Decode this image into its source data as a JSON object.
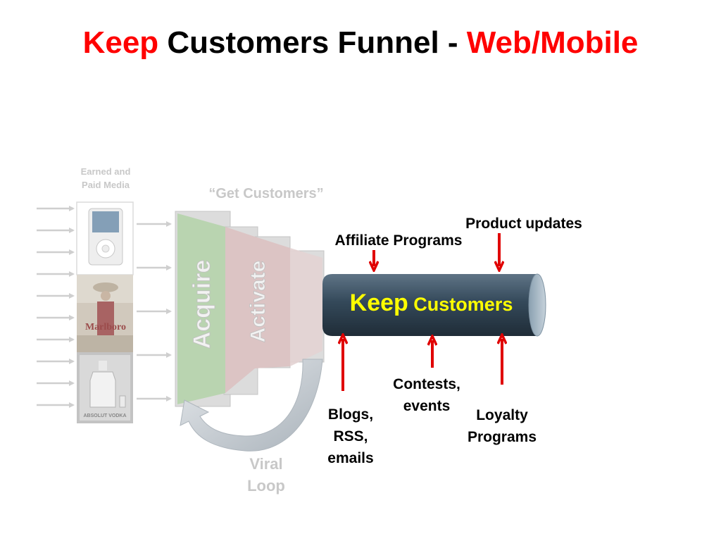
{
  "title": {
    "part1": "Keep",
    "part2": " Customers Funnel - ",
    "part3": "Web/Mobile"
  },
  "media_label": "Earned and\nPaid Media",
  "get_customers_label": "“Get Customers”",
  "funnel_stages": {
    "acquire": "Acquire",
    "activate": "Activate"
  },
  "keep_customers": {
    "keep": "Keep",
    "customers": " Customers"
  },
  "inputs_top": {
    "affiliate": "Affiliate Programs",
    "product_updates": "Product updates"
  },
  "inputs_bottom": {
    "blogs": "Blogs,\nRSS,\nemails",
    "contests": "Contests,\nevents",
    "loyalty": "Loyalty\nPrograms"
  },
  "viral_loop": "Viral\nLoop",
  "ads": [
    "Marlboro",
    "ABSOLUT VODKA"
  ],
  "colors": {
    "title_red": "#ff0000",
    "arrow_red": "#e00000",
    "keep_yellow": "#ffff00",
    "cylinder": "#34495a",
    "faded_gray": "#c8c8c8",
    "acquire_green": "#b9d4b0",
    "activate_red": "#dcc4c4"
  }
}
